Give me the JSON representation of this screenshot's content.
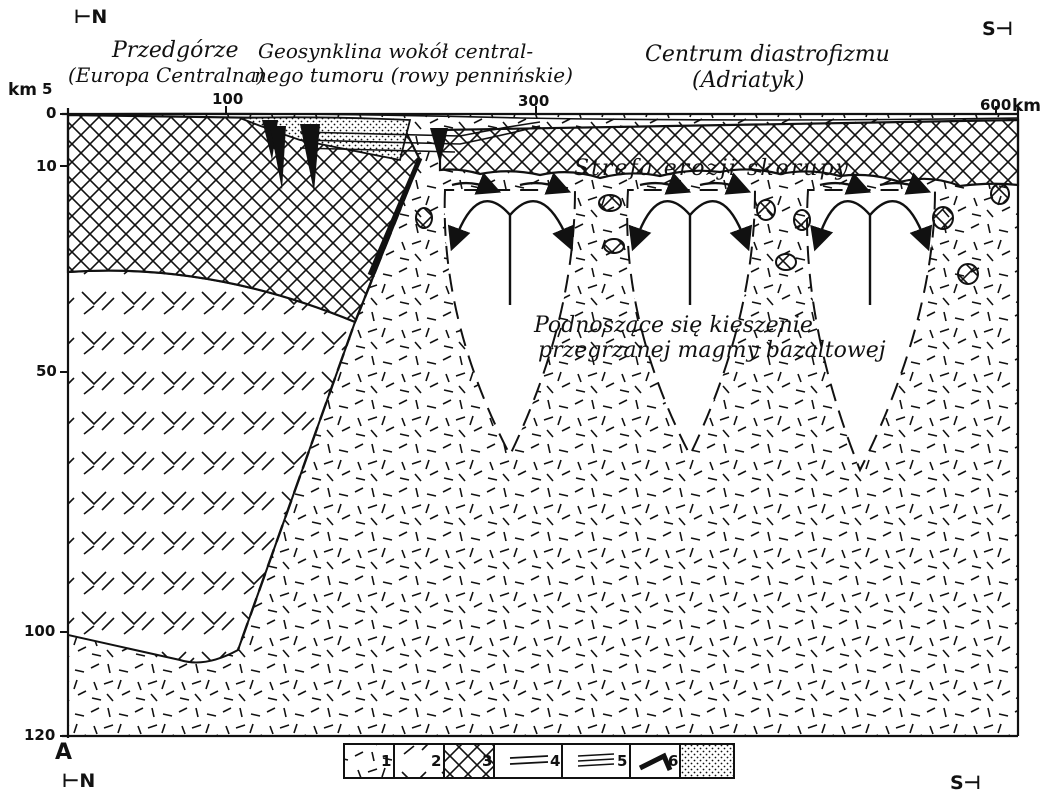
{
  "directions": {
    "top_left": "⊢N",
    "top_right": "S⊣",
    "bottom_left": "⊢N",
    "bottom_right": "S⊣",
    "panel_letter": "A"
  },
  "regions": {
    "foreland_line1": "Przedgórze",
    "foreland_line2": "(Europa Centralna)",
    "geosyncline_line1": "Geosynklina wokół central-",
    "geosyncline_line2": "nego tumoru (rowy pennińskie)",
    "center_line1": "Centrum diastrofizmu",
    "center_line2": "(Adriatyk)"
  },
  "annotations": {
    "erosion_zone": "Strefa erozji skorupy",
    "rising_line1": "Podnoszące się kieszenie",
    "rising_line2": "przegrzanej magmy bazaltowej"
  },
  "axes": {
    "depth_unit": "km",
    "depth_ticks": [
      "5",
      "0",
      "10",
      "50",
      "100",
      "120"
    ],
    "distance_unit": "km",
    "distance_ticks": [
      "100",
      "300",
      "600"
    ]
  },
  "legend": [
    "1",
    "2",
    "3",
    "4",
    "5",
    "6"
  ],
  "colors": {
    "ink": "#111111",
    "paper": "#ffffff"
  }
}
